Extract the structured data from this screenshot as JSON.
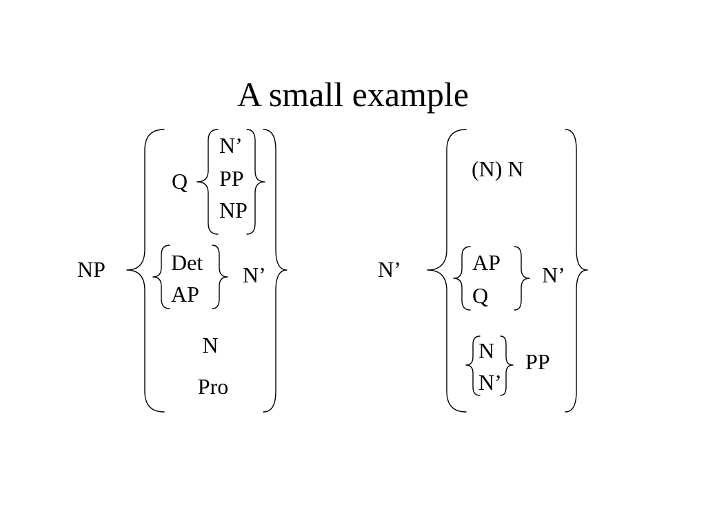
{
  "slide": {
    "title": "A small example"
  },
  "rule_np": {
    "lhs": "NP",
    "q_option": {
      "head": "Q",
      "choices": [
        "N’",
        "PP",
        "NP"
      ]
    },
    "det_option": {
      "choices": [
        "Det",
        "AP"
      ],
      "tail": "N’"
    },
    "n_option": "N",
    "pro_option": "Pro"
  },
  "rule_nbar": {
    "lhs": "N’",
    "noun_option": "(N) N",
    "modifier_option": {
      "choices": [
        "AP",
        "Q"
      ],
      "tail": "N’"
    },
    "pp_option": {
      "choices": [
        "N",
        "N’"
      ],
      "tail": "PP"
    }
  }
}
